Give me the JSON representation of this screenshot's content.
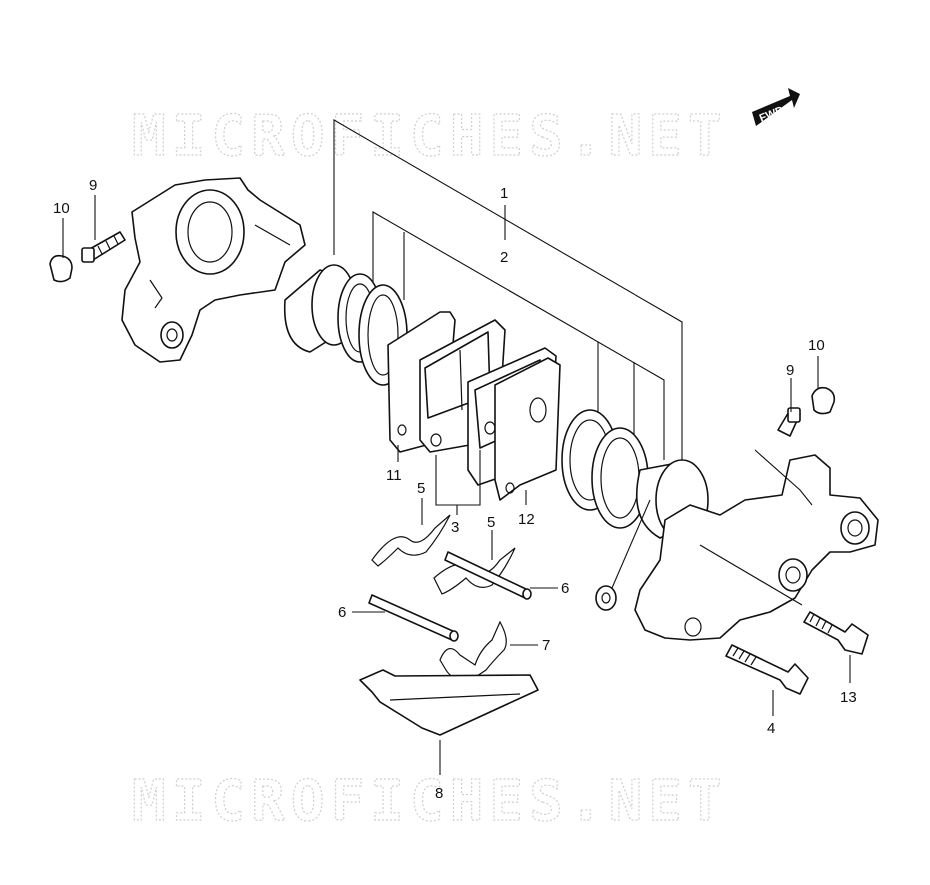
{
  "watermark": {
    "top": "MICROFICHES.NET",
    "bottom": "MICROFICHES.NET"
  },
  "forward_badge": "FWD",
  "callouts": {
    "c1": "1",
    "c2": "2",
    "c3": "3",
    "c4": "4",
    "c5a": "5",
    "c5b": "5",
    "c6a": "6",
    "c6b": "6",
    "c7": "7",
    "c8": "8",
    "c9a": "9",
    "c9b": "9",
    "c10a": "10",
    "c10b": "10",
    "c11": "11",
    "c12": "12",
    "c13": "13"
  }
}
